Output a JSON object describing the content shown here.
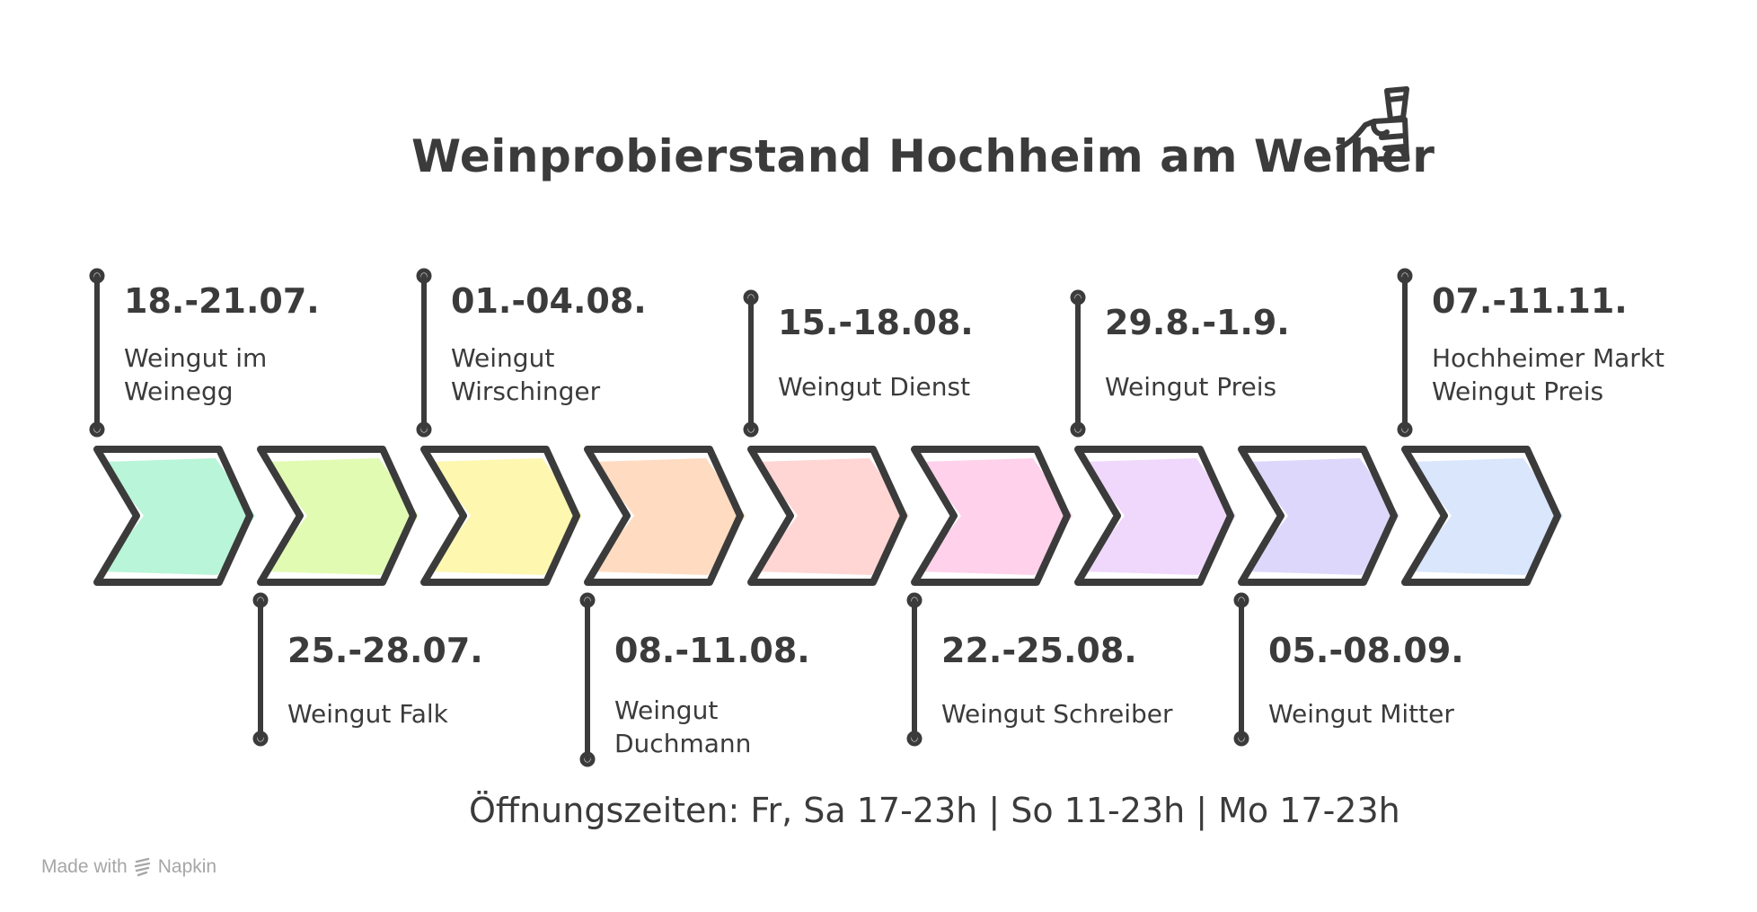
{
  "title": "Weinprobierstand Hochheim am Weiher",
  "hours": "Öffnungszeiten: Fr, Sa 17-23h | So 11-23h | Mo 17-23h",
  "brand": {
    "made_with": "Made with",
    "name": "Napkin"
  },
  "colors": {
    "stroke": "#3b3b3b",
    "text": "#3b3b3b",
    "brand": "#a6a6a6"
  },
  "events": [
    {
      "date": "18.-21.07.",
      "lines": [
        "Weingut im",
        "Weinegg"
      ],
      "position": "top",
      "color": "#b9f5d8"
    },
    {
      "date": "25.-28.07.",
      "lines": [
        "Weingut Falk"
      ],
      "position": "bottom",
      "color": "#e2fbb3"
    },
    {
      "date": "01.-04.08.",
      "lines": [
        "Weingut",
        "Wirschinger"
      ],
      "position": "top",
      "color": "#fdf7b0"
    },
    {
      "date": "08.-11.08.",
      "lines": [
        "Weingut",
        "Duchmann"
      ],
      "position": "bottom",
      "color": "#ffdcc1"
    },
    {
      "date": "15.-18.08.",
      "lines": [
        "Weingut Dienst"
      ],
      "position": "top",
      "color": "#ffd6d4"
    },
    {
      "date": "22.-25.08.",
      "lines": [
        "Weingut Schreiber"
      ],
      "position": "bottom",
      "color": "#ffd1ea"
    },
    {
      "date": "29.8.-1.9.",
      "lines": [
        "Weingut Preis"
      ],
      "position": "top",
      "color": "#efd8fb"
    },
    {
      "date": "05.-08.09.",
      "lines": [
        "Weingut Mitter"
      ],
      "position": "bottom",
      "color": "#ddd8fb"
    },
    {
      "date": "07.-11.11.",
      "lines": [
        "Hochheimer Markt",
        "Weingut Preis"
      ],
      "position": "top",
      "color": "#d9e6fc"
    }
  ]
}
